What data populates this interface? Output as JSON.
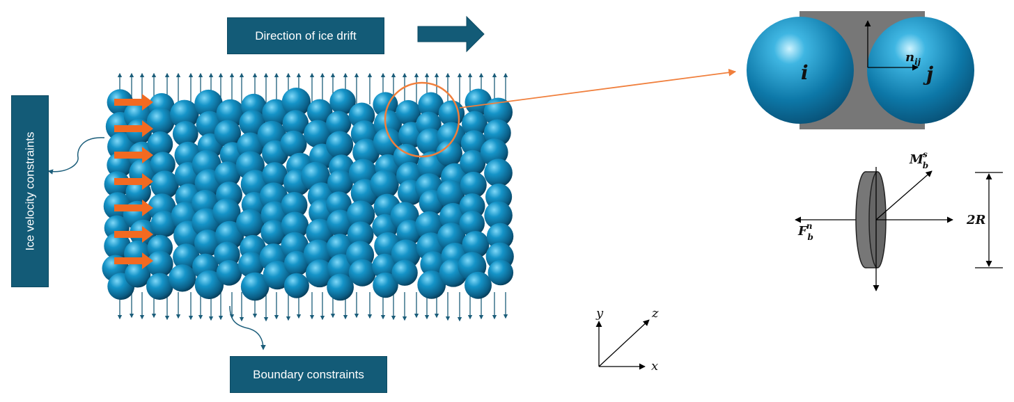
{
  "labels": {
    "drift": "Direction of  ice drift",
    "velocity": "Ice velocity constraints",
    "boundary": "Boundary constraints"
  },
  "contact": {
    "particle_i": "i",
    "particle_j": "j",
    "normal": "n",
    "normal_sub": "ij"
  },
  "bond": {
    "moment": "M",
    "moment_sub": "b",
    "moment_sup": "s",
    "force": "F",
    "force_sub": "b",
    "force_sup": "n",
    "diameter": "2R"
  },
  "axes": {
    "x": "x",
    "y": "y",
    "z": "z"
  },
  "colors": {
    "box_fill": "#135b77",
    "particle": "#0f7fb0",
    "particle_dark": "#0a3f5a",
    "push_arrow": "#f26a21",
    "highlight": "#f07f3c",
    "bond_fill": "#7a7a7a"
  },
  "icons": {
    "drift_arrow": "right-arrow-icon"
  }
}
